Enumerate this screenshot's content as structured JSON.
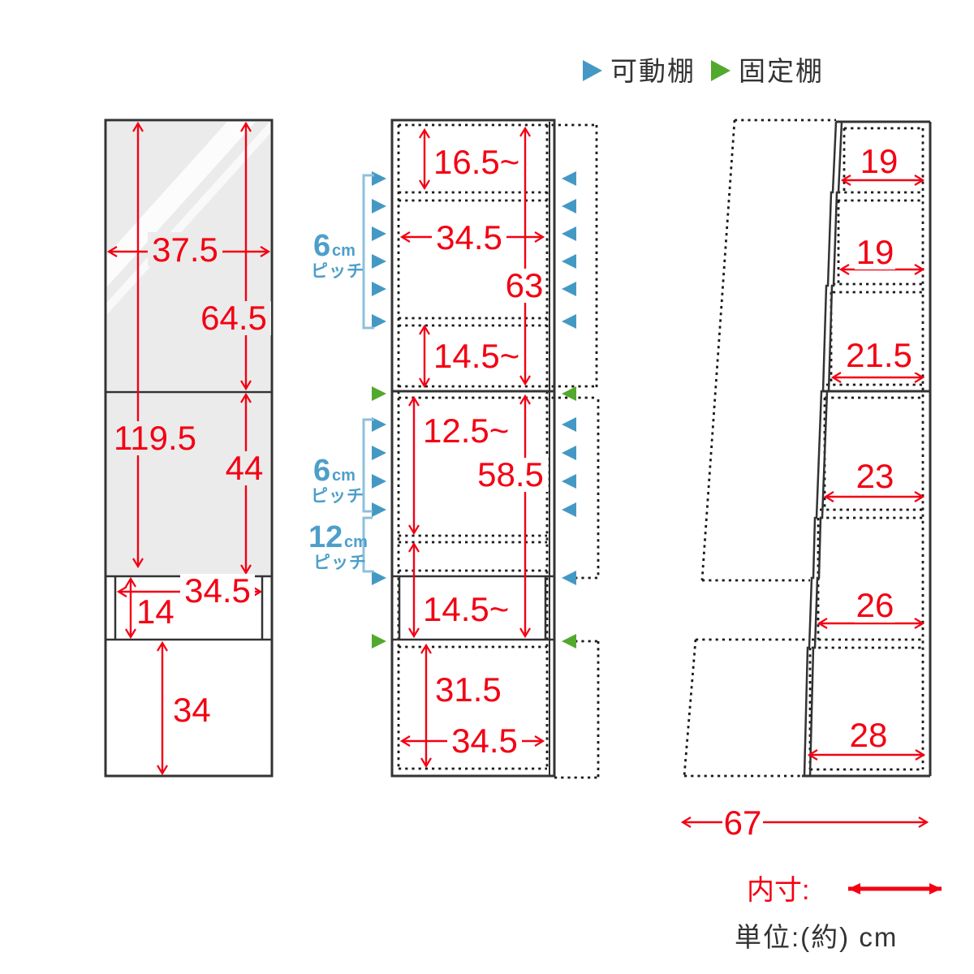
{
  "legend": {
    "movable_label": "可動棚",
    "fixed_label": "固定棚"
  },
  "front_view": {
    "width": "37.5",
    "glass_upper_height": "64.5",
    "glass_total_height": "119.5",
    "glass_lower_height": "44",
    "niche_width": "34.5",
    "niche_height": "14",
    "base_height": "34"
  },
  "inner_view": {
    "upper_gap_top": "16.5~",
    "upper_width": "34.5",
    "upper_height": "63",
    "upper_gap_bottom": "14.5~",
    "middle_gap_top": "12.5~",
    "middle_height": "58.5",
    "middle_gap_bottom": "14.5~",
    "bottom_height": "31.5",
    "bottom_width": "34.5",
    "pitch_upper": {
      "num": "6",
      "unit": "cm",
      "word": "ピッチ"
    },
    "pitch_middle": {
      "num": "6",
      "unit": "cm",
      "word": "ピッチ"
    },
    "pitch_lower": {
      "num": "12",
      "unit": "cm",
      "word": "ピッチ"
    }
  },
  "side_view": {
    "depths": [
      "19",
      "19",
      "21.5",
      "23",
      "26",
      "28"
    ],
    "width": "67"
  },
  "footer": {
    "inner_label": "内寸:",
    "unit_label": "単位:(約) cm"
  },
  "colors": {
    "accent_red": "#f30013",
    "movable_blue": "#4499c4",
    "fixed_green": "#53a82e",
    "pitch_blue": "#4d9fca",
    "line_dark": "#333333",
    "glass_gray": "#ebebeb"
  }
}
